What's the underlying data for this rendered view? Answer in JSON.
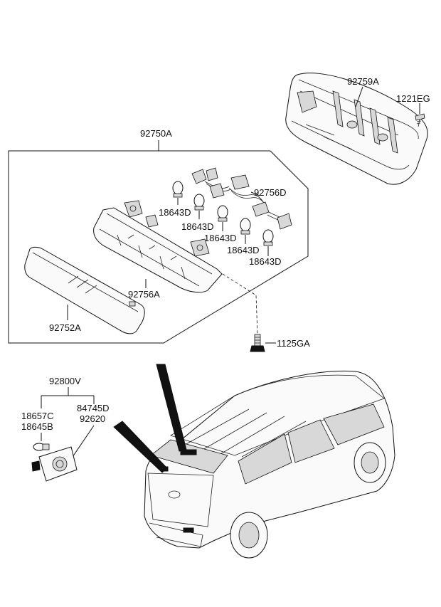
{
  "labels": {
    "p92759A": "92759A",
    "p1221EG": "1221EG",
    "p92750A": "92750A",
    "p92756D": "92756D",
    "p18643D_1": "18643D",
    "p18643D_2": "18643D",
    "p18643D_3": "18643D",
    "p18643D_4": "18643D",
    "p18643D_5": "18643D",
    "p92756A": "92756A",
    "p92752A": "92752A",
    "p1125GA": "1125GA",
    "p92800V": "92800V",
    "p18657C": "18657C",
    "p18645B": "18645B",
    "p84745D": "84745D",
    "p92620": "92620"
  }
}
